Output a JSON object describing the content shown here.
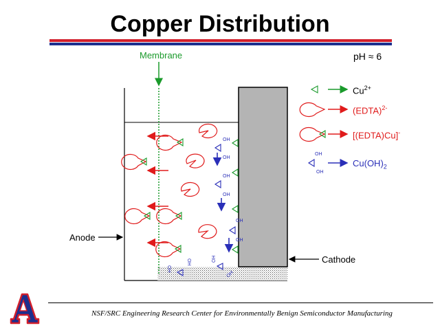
{
  "title": "Copper Distribution",
  "labels": {
    "membrane": "Membrane",
    "ph": "pH ≈ 6",
    "anode": "Anode",
    "cathode": "Cathode",
    "oh": "OH"
  },
  "legend": [
    {
      "symbol": "triangle",
      "text": "Cu",
      "sup": "2+",
      "sub": "",
      "color": "#1a9a2b",
      "text_color": "#000000"
    },
    {
      "symbol": "pacman",
      "text": "(EDTA)",
      "sup": "2-",
      "sub": "",
      "color": "#e01b1b",
      "text_color": "#e01b1b"
    },
    {
      "symbol": "pacman-triangle",
      "text": "[(EDTA)Cu]",
      "sup": "-",
      "sub": "",
      "color": "#e01b1b",
      "text_color": "#e01b1b"
    },
    {
      "symbol": "hydroxide",
      "text": "Cu(OH)",
      "sup": "",
      "sub": "2",
      "color": "#2a2fb8",
      "text_color": "#2a2fb8"
    }
  ],
  "footer": "NSF/SRC Engineering Research Center for Environmentally Benign Semiconductor Manufacturing",
  "logo": {
    "letter": "A",
    "colors": {
      "fill": "#1d2f8e",
      "outline": "#d21f2b"
    }
  },
  "colors": {
    "membrane": "#1a9a2b",
    "edta": "#e01b1b",
    "hydroxide": "#2a2fb8",
    "cathode": "#b4b4b4"
  }
}
